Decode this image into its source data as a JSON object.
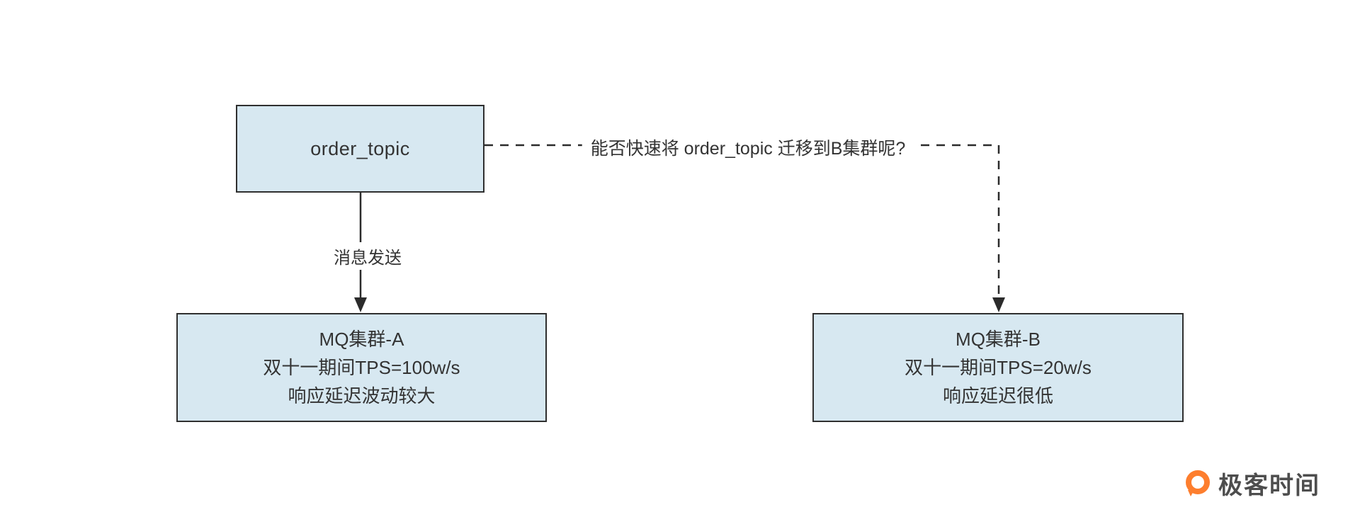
{
  "diagram": {
    "order_topic": {
      "label": "order_topic"
    },
    "message_send_label": "消息发送",
    "migrate_question": "能否快速将 order_topic 迁移到B集群呢?",
    "cluster_a": {
      "name": "MQ集群-A",
      "tps": "双十一期间TPS=100w/s",
      "latency": "响应延迟波动较大"
    },
    "cluster_b": {
      "name": "MQ集群-B",
      "tps": "双十一期间TPS=20w/s",
      "latency": "响应延迟很低"
    }
  },
  "branding": {
    "name": "极客时间"
  },
  "colors": {
    "box_fill": "#d7e8f1",
    "box_border": "#2f2f2f",
    "arrow": "#2b2b2b",
    "text": "#333333",
    "brand_orange": "#fd7e2e"
  }
}
